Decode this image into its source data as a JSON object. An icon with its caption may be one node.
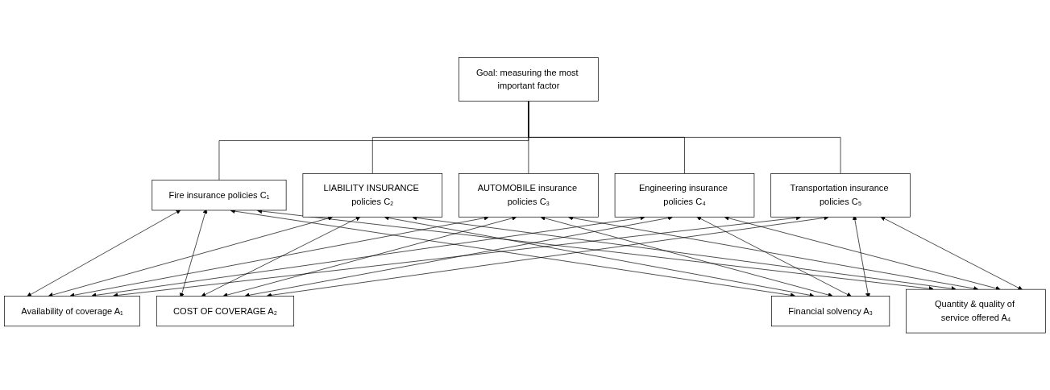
{
  "diagram": {
    "nodes": [
      {
        "text": [
          "Goal: measuring the most important factor"
        ]
      },
      {
        "text": [
          "Fire insurance policies C₁"
        ]
      },
      {
        "text": [
          "LIABILITY INSURANCE policies C₂"
        ]
      },
      {
        "text": [
          "AUTOMOBILE insurance policies C₃"
        ]
      },
      {
        "text": [
          "Engineering insurance policies C₄"
        ]
      },
      {
        "text": [
          "Transportation insurance policies C₅"
        ]
      },
      {
        "text": [
          "Availability of coverage A₁"
        ]
      },
      {
        "text": [
          "COST OF COVERAGE A₂"
        ]
      },
      {
        "text": [
          "Financial solvency A₃"
        ]
      },
      {
        "text": [
          "Quantity & quality of service offered A₄"
        ]
      }
    ],
    "edges": [
      {
        "from": 0,
        "to": 1,
        "arrow": "none"
      },
      {
        "from": 0,
        "to": 2,
        "arrow": "none"
      },
      {
        "from": 0,
        "to": 3,
        "arrow": "none"
      },
      {
        "from": 0,
        "to": 4,
        "arrow": "none"
      },
      {
        "from": 0,
        "to": 5,
        "arrow": "none"
      },
      {
        "from": 1,
        "to": 6,
        "arrow": "both"
      },
      {
        "from": 1,
        "to": 7,
        "arrow": "both"
      },
      {
        "from": 1,
        "to": 8,
        "arrow": "both"
      },
      {
        "from": 1,
        "to": 9,
        "arrow": "both"
      },
      {
        "from": 2,
        "to": 6,
        "arrow": "both"
      },
      {
        "from": 2,
        "to": 7,
        "arrow": "both"
      },
      {
        "from": 2,
        "to": 8,
        "arrow": "both"
      },
      {
        "from": 2,
        "to": 9,
        "arrow": "both"
      },
      {
        "from": 3,
        "to": 6,
        "arrow": "both"
      },
      {
        "from": 3,
        "to": 7,
        "arrow": "both"
      },
      {
        "from": 3,
        "to": 8,
        "arrow": "both"
      },
      {
        "from": 3,
        "to": 9,
        "arrow": "both"
      },
      {
        "from": 4,
        "to": 6,
        "arrow": "both"
      },
      {
        "from": 4,
        "to": 7,
        "arrow": "both"
      },
      {
        "from": 4,
        "to": 8,
        "arrow": "both"
      },
      {
        "from": 4,
        "to": 9,
        "arrow": "both"
      },
      {
        "from": 5,
        "to": 6,
        "arrow": "both"
      },
      {
        "from": 5,
        "to": 7,
        "arrow": "both"
      },
      {
        "from": 5,
        "to": 8,
        "arrow": "both"
      },
      {
        "from": 5,
        "to": 9,
        "arrow": "both"
      }
    ]
  }
}
